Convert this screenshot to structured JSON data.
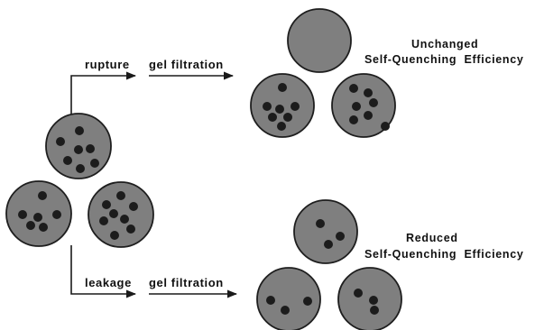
{
  "top_path": {
    "step1": "rupture",
    "step2": "gel filtration",
    "result_line1": "Unchanged",
    "result_line2": "Self-Quenching  Efficiency"
  },
  "bottom_path": {
    "step1": "leakage",
    "step2": "gel filtration",
    "result_line1": "Reduced",
    "result_line2": "Self-Quenching  Efficiency"
  },
  "colors": {
    "vesicle_fill": "#7f7f7f",
    "vesicle_edge": "#1e1e1e",
    "dye_dot": "#1c1c1c",
    "arrow": "#1a1a1a"
  }
}
